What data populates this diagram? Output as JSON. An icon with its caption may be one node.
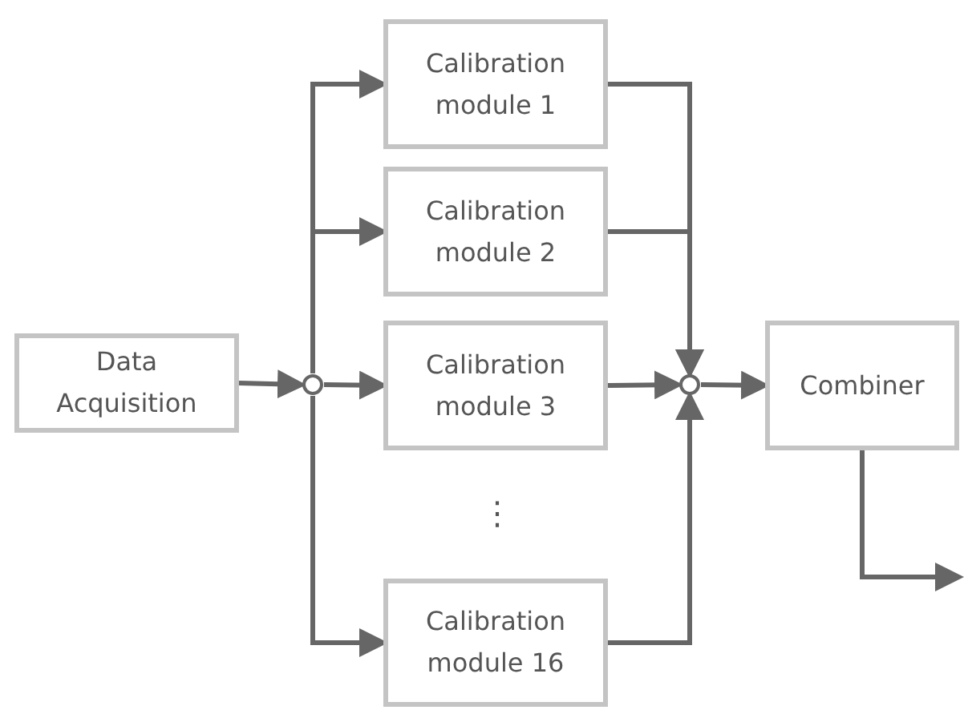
{
  "diagram": {
    "nodes": [
      {
        "text": [
          "Data Acquisition"
        ]
      },
      {
        "text": [],
        "shape": "circle"
      },
      {
        "text": [
          "Calibration module 1"
        ]
      },
      {
        "text": [
          "Calibration module 2"
        ]
      },
      {
        "text": [
          "Calibration module 3"
        ]
      },
      {
        "text": [
          "Calibration module 16"
        ]
      },
      {
        "text": [],
        "shape": "circle"
      },
      {
        "text": [
          "Combiner"
        ]
      }
    ],
    "edges": [
      {
        "from": 0,
        "to": 1,
        "arrow": "to"
      },
      {
        "from": 1,
        "to": 2,
        "arrow": "to"
      },
      {
        "from": 1,
        "to": 3,
        "arrow": "to"
      },
      {
        "from": 1,
        "to": 4,
        "arrow": "to"
      },
      {
        "from": 1,
        "to": 5,
        "arrow": "to"
      },
      {
        "from": 2,
        "to": 6,
        "arrow": "to"
      },
      {
        "from": 3,
        "to": 6,
        "arrow": "to"
      },
      {
        "from": 4,
        "to": 6,
        "arrow": "to"
      },
      {
        "from": 5,
        "to": 6,
        "arrow": "to"
      },
      {
        "from": 6,
        "to": 7,
        "arrow": "to"
      },
      {
        "from": 7,
        "to": null,
        "arrow": "to"
      }
    ],
    "labels": [
      "⋮"
    ]
  }
}
